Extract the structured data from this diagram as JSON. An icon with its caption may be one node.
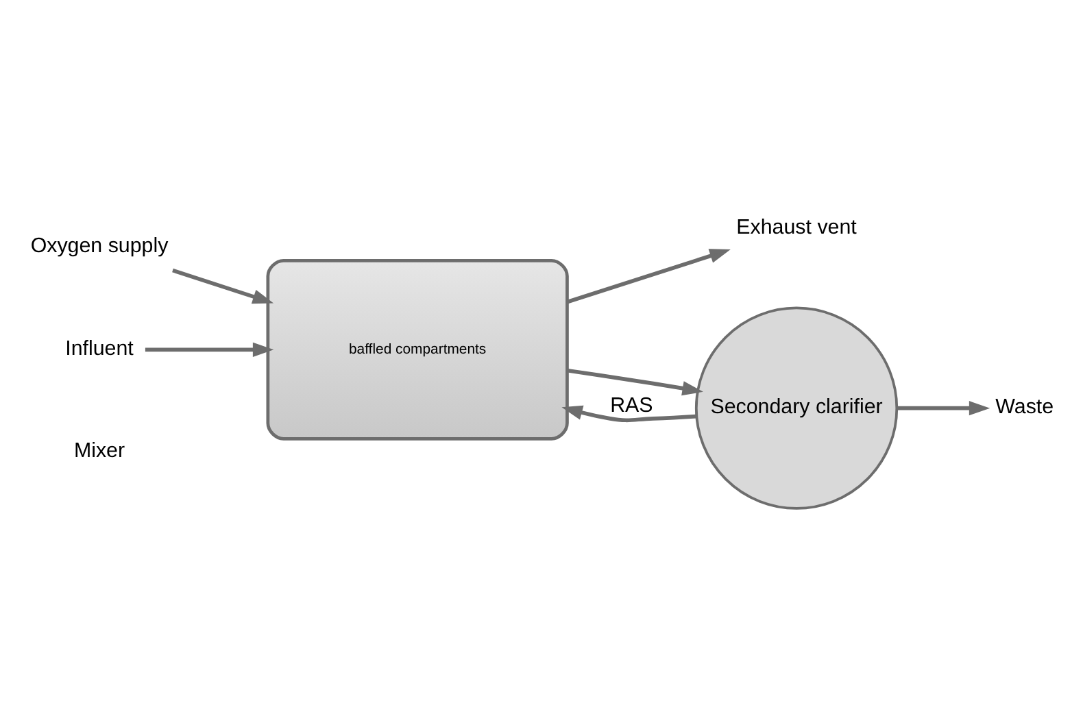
{
  "diagram": {
    "nodes": [
      {
        "text": [
          "Oxygen supply"
        ]
      },
      {
        "text": [
          "Exhaust vent"
        ]
      },
      {
        "text": [
          "Influent"
        ]
      },
      {
        "text": [
          "baffled compartments"
        ]
      },
      {
        "text": [
          "Secondary clarifier"
        ]
      },
      {
        "text": [
          "Waste"
        ]
      }
    ],
    "edges": [
      {
        "from": 0,
        "to": 3,
        "arrow": "to"
      },
      {
        "from": 3,
        "to": 1,
        "arrow": "to"
      },
      {
        "from": 2,
        "to": 3,
        "arrow": "to"
      },
      {
        "from": 3,
        "to": 4,
        "arrow": "to"
      },
      {
        "from": 4,
        "to": 3,
        "arrow": "to",
        "label": "RAS"
      },
      {
        "from": 4,
        "to": 5,
        "arrow": "to"
      }
    ],
    "labels": [
      "Mixer"
    ]
  }
}
